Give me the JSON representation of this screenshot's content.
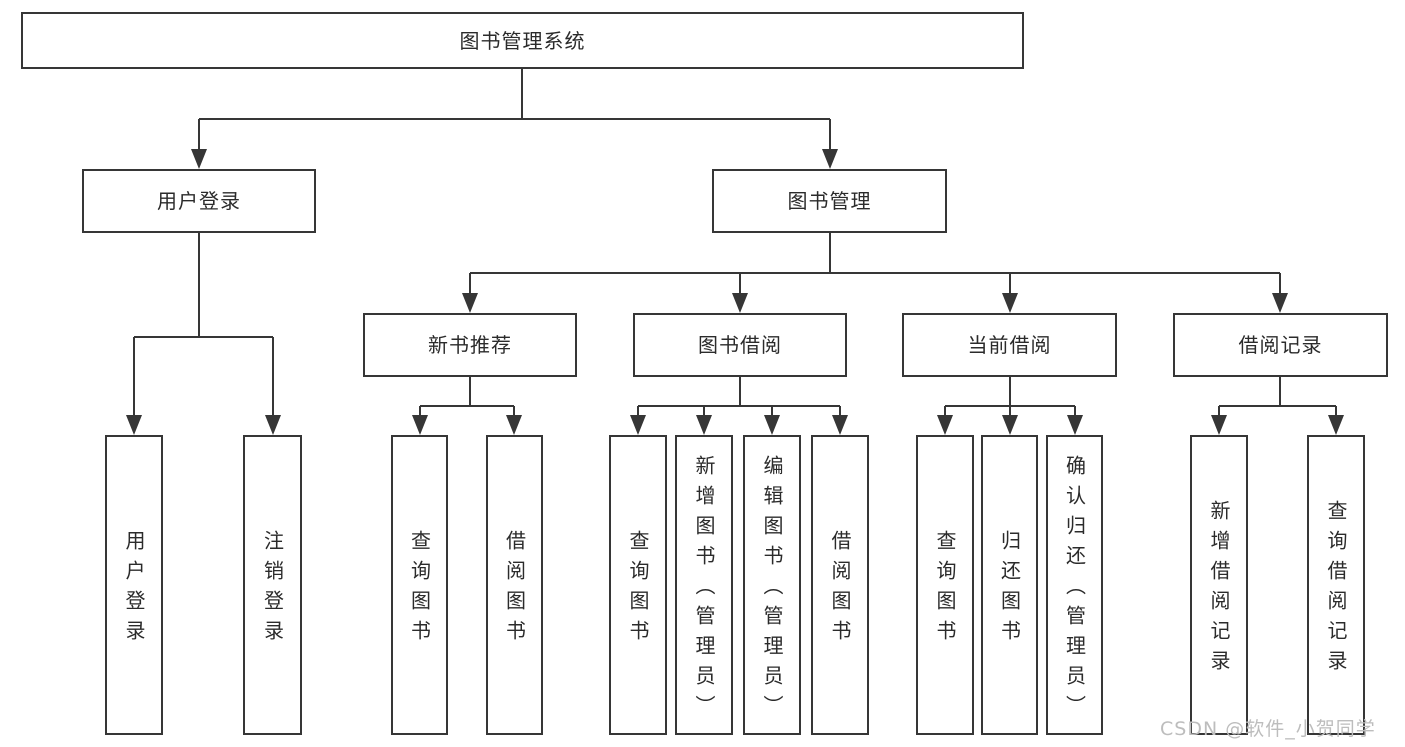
{
  "diagram": {
    "root": {
      "label": "图书管理系统"
    },
    "branches": [
      {
        "label": "用户登录",
        "children": [
          {
            "label": "用户登录"
          },
          {
            "label": "注销登录"
          }
        ]
      },
      {
        "label": "图书管理",
        "children": [
          {
            "label": "新书推荐",
            "children": [
              {
                "label": "查询图书"
              },
              {
                "label": "借阅图书"
              }
            ]
          },
          {
            "label": "图书借阅",
            "children": [
              {
                "label": "查询图书"
              },
              {
                "label": "新增图书（管理员）"
              },
              {
                "label": "编辑图书（管理员）"
              },
              {
                "label": "借阅图书"
              }
            ]
          },
          {
            "label": "当前借阅",
            "children": [
              {
                "label": "查询图书"
              },
              {
                "label": "归还图书"
              },
              {
                "label": "确认归还（管理员）"
              }
            ]
          },
          {
            "label": "借阅记录",
            "children": [
              {
                "label": "新增借阅记录"
              },
              {
                "label": "查询借阅记录"
              }
            ]
          }
        ]
      }
    ]
  },
  "watermark": {
    "text": "CSDN @软件_小贺同学"
  },
  "colors": {
    "line": "#363636",
    "text": "#2b2b2b",
    "watermark": "#bdbdbd",
    "background": "#ffffff"
  }
}
